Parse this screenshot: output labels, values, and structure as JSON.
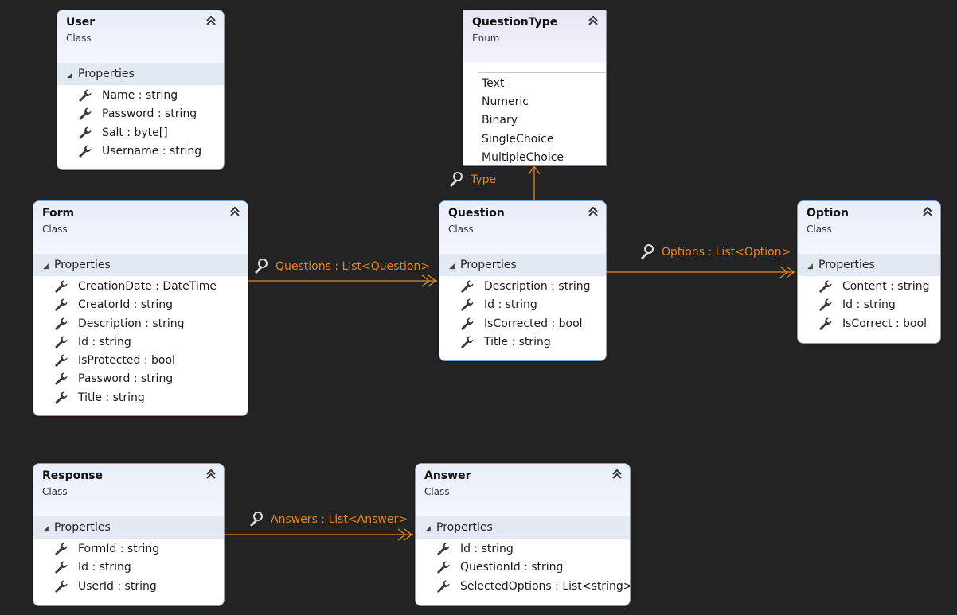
{
  "colors": {
    "background": "#232323",
    "association": "#e8861c",
    "class_border": "#7b9fd4",
    "enum_border": "#8f86c8"
  },
  "icons": {
    "property": "wrench-icon",
    "association": "wrench-link-icon",
    "collapse": "double-chevron-up-icon",
    "section": "triangle-expander-icon"
  },
  "classes": {
    "user": {
      "name": "User",
      "stereotype": "Class",
      "section": "Properties",
      "properties": [
        "Name : string",
        "Password : string",
        "Salt : byte[]",
        "Username : string"
      ]
    },
    "form": {
      "name": "Form",
      "stereotype": "Class",
      "section": "Properties",
      "properties": [
        "CreationDate : DateTime",
        "CreatorId : string",
        "Description : string",
        "Id : string",
        "IsProtected : bool",
        "Password : string",
        "Title : string"
      ]
    },
    "question": {
      "name": "Question",
      "stereotype": "Class",
      "section": "Properties",
      "properties": [
        "Description : string",
        "Id : string",
        "IsCorrected : bool",
        "Title : string"
      ]
    },
    "option": {
      "name": "Option",
      "stereotype": "Class",
      "section": "Properties",
      "properties": [
        "Content : string",
        "Id : string",
        "IsCorrect : bool"
      ]
    },
    "response": {
      "name": "Response",
      "stereotype": "Class",
      "section": "Properties",
      "properties": [
        "FormId : string",
        "Id : string",
        "UserId : string"
      ]
    },
    "answer": {
      "name": "Answer",
      "stereotype": "Class",
      "section": "Properties",
      "properties": [
        "Id : string",
        "QuestionId : string",
        "SelectedOptions : List<string>"
      ]
    }
  },
  "enums": {
    "questiontype": {
      "name": "QuestionType",
      "stereotype": "Enum",
      "values": [
        "Text",
        "Numeric",
        "Binary",
        "SingleChoice",
        "MultipleChoice"
      ]
    }
  },
  "associations": {
    "form_questions": "Questions : List<Question>",
    "question_options": "Options : List<Option>",
    "question_type": "Type",
    "response_answers": "Answers : List<Answer>"
  }
}
